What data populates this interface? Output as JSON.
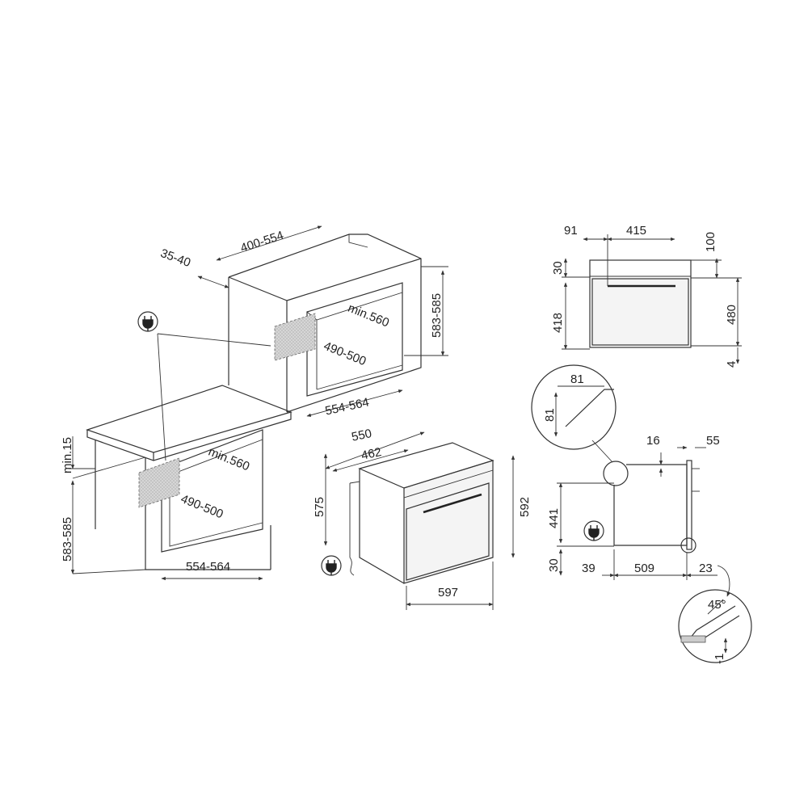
{
  "dimensions": {
    "niche_depth_upper": "400-554",
    "wall_offset": "35-40",
    "upper_niche_height": "583-585",
    "upper_min_width": "min.560",
    "upper_depth": "490-500",
    "upper_width": "554-564",
    "lower_min_height": "min.15",
    "lower_niche_height": "583-585",
    "lower_min_width": "min.560",
    "lower_depth": "490-500",
    "lower_width": "554-564",
    "oven_depth_total": "550",
    "oven_body_depth": "462",
    "oven_body_height": "575",
    "oven_front_height": "592",
    "oven_front_width": "597",
    "top_left_offset": "91",
    "top_width": "415",
    "top_height_offset": "100",
    "front_top_band": "30",
    "front_body_height": "418",
    "front_total_height": "480",
    "front_bottom_gap": "4",
    "detail_a_width": "81",
    "detail_a_height": "81",
    "side_top_thickness": "16",
    "side_door_offset": "55",
    "side_height": "441",
    "side_bottom_band": "30",
    "side_rear": "39",
    "side_depth": "509",
    "side_front": "23",
    "angle": "45°",
    "tolerance": "-1"
  },
  "icons": [
    "plug-icon"
  ]
}
